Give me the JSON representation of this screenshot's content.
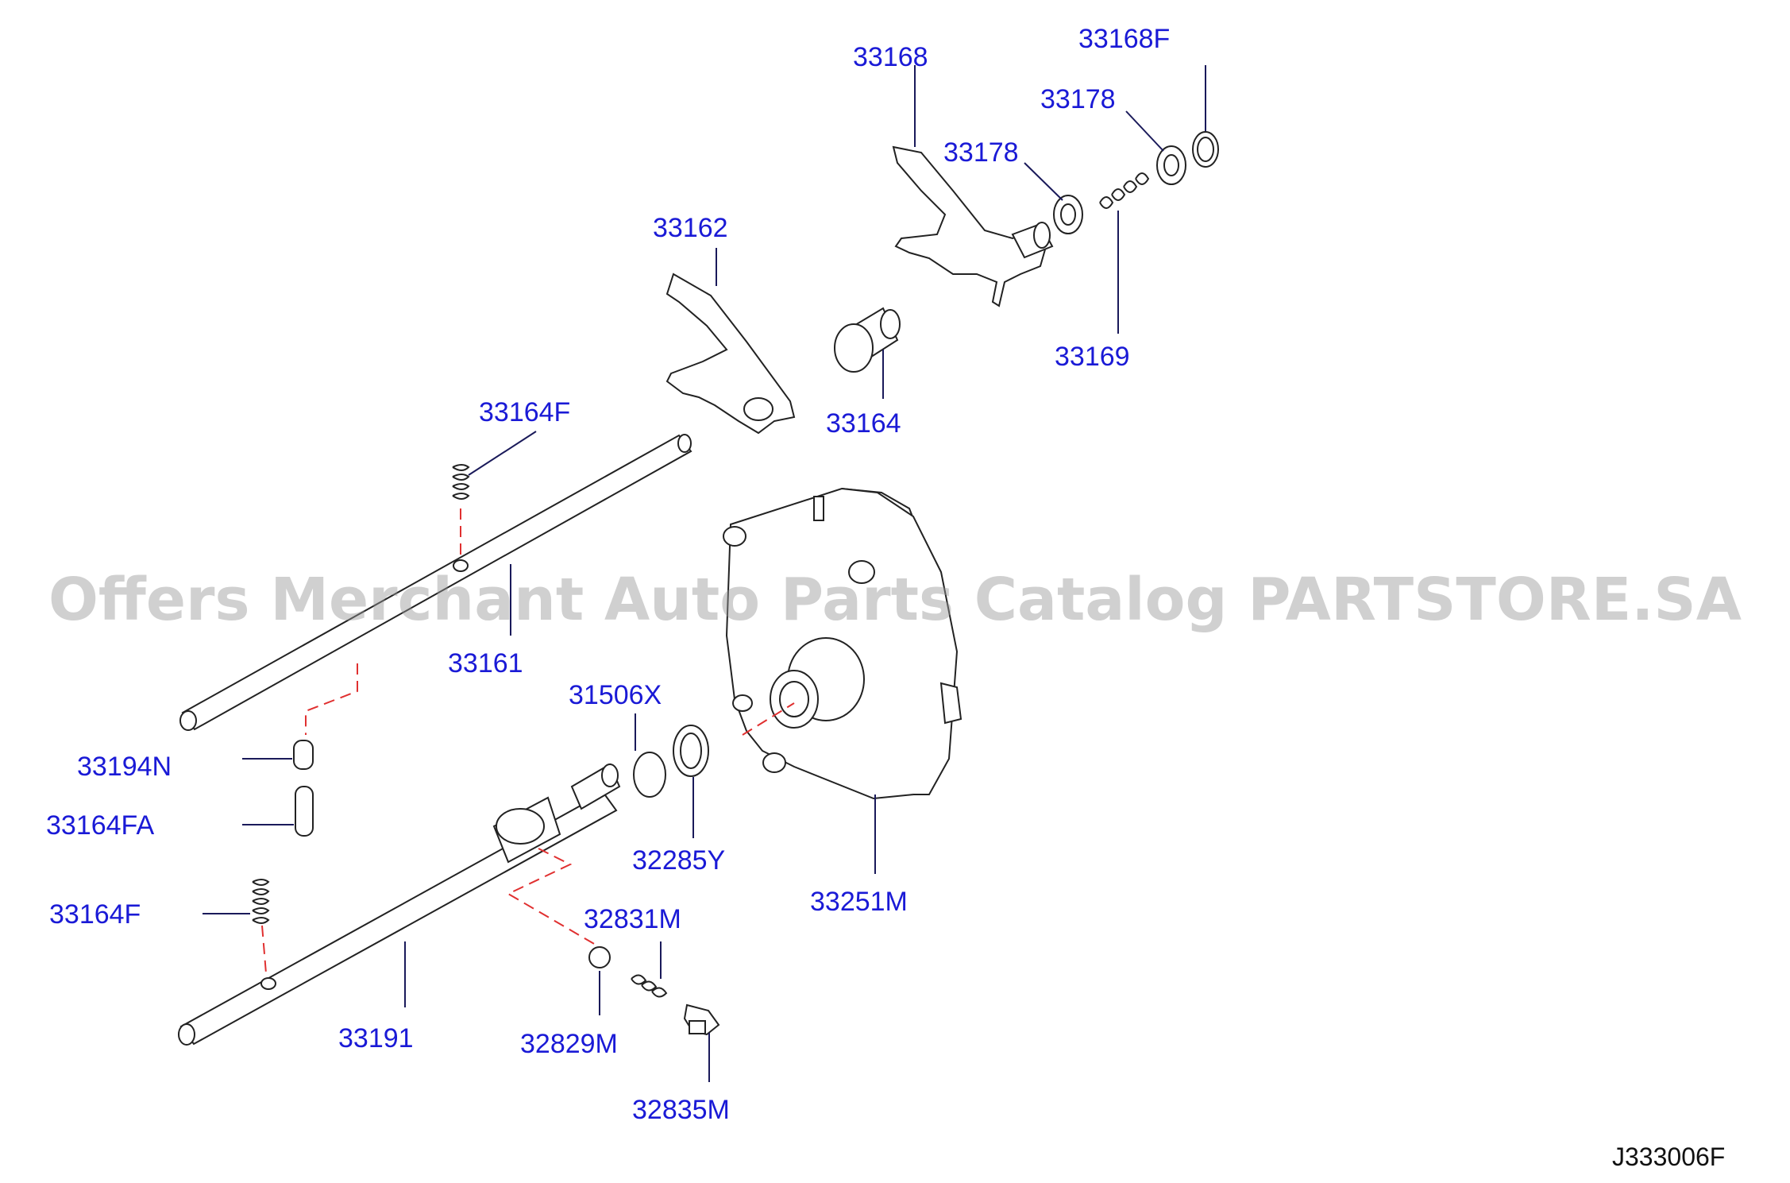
{
  "diagram": {
    "code": "J333006F",
    "watermark": "Offers Merchant Auto Parts Catalog PARTSTORE.SA",
    "parts": [
      {
        "id": "p33168F",
        "number": "33168F"
      },
      {
        "id": "p33168",
        "number": "33168"
      },
      {
        "id": "p33178a",
        "number": "33178"
      },
      {
        "id": "p33178b",
        "number": "33178"
      },
      {
        "id": "p33162",
        "number": "33162"
      },
      {
        "id": "p33169",
        "number": "33169"
      },
      {
        "id": "p33164F_top",
        "number": "33164F"
      },
      {
        "id": "p33164",
        "number": "33164"
      },
      {
        "id": "p33161",
        "number": "33161"
      },
      {
        "id": "p31506X",
        "number": "31506X"
      },
      {
        "id": "p33194N",
        "number": "33194N"
      },
      {
        "id": "p33164FA",
        "number": "33164FA"
      },
      {
        "id": "p32285Y",
        "number": "32285Y"
      },
      {
        "id": "p33251M",
        "number": "33251M"
      },
      {
        "id": "p33164F_bot",
        "number": "33164F"
      },
      {
        "id": "p32831M",
        "number": "32831M"
      },
      {
        "id": "p33191",
        "number": "33191"
      },
      {
        "id": "p32829M",
        "number": "32829M"
      },
      {
        "id": "p32835M",
        "number": "32835M"
      }
    ],
    "colors": {
      "label": "#1a1ad6",
      "line_art": "#222222",
      "leader": "#1a1a5a",
      "dashed_guide": "#e03030",
      "watermark": "#969696"
    }
  }
}
